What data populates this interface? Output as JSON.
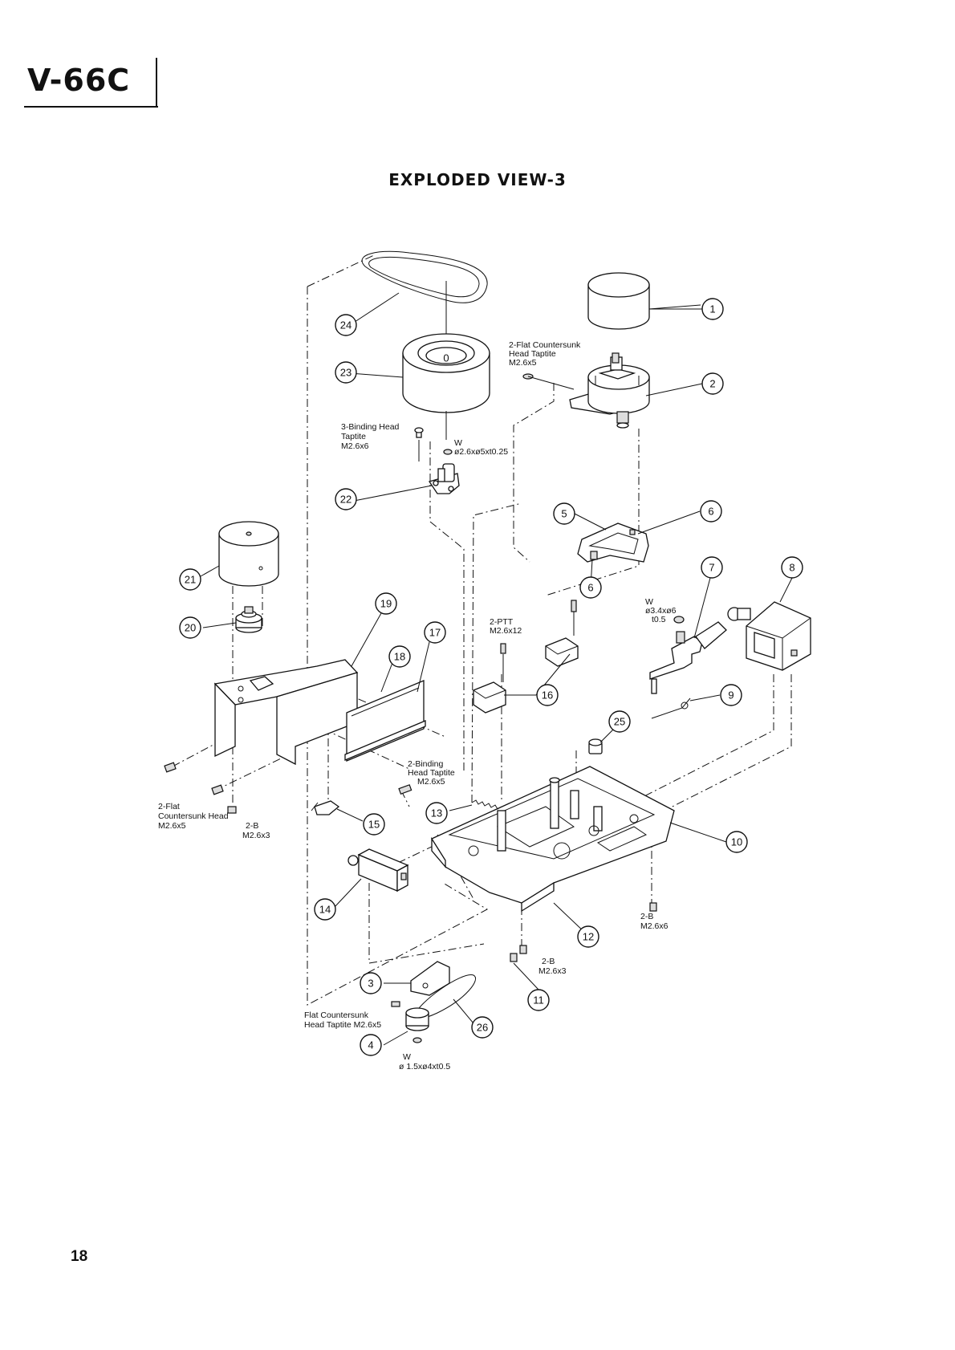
{
  "header": {
    "model": "V-66C"
  },
  "title": "EXPLODED VIEW-3",
  "footer": {
    "page_number": "18"
  },
  "callouts": [
    {
      "id": "c1",
      "label": "1"
    },
    {
      "id": "c2",
      "label": "2"
    },
    {
      "id": "c3",
      "label": "3"
    },
    {
      "id": "c4",
      "label": "4"
    },
    {
      "id": "c5",
      "label": "5"
    },
    {
      "id": "c6a",
      "label": "6"
    },
    {
      "id": "c6b",
      "label": "6"
    },
    {
      "id": "c7",
      "label": "7"
    },
    {
      "id": "c8",
      "label": "8"
    },
    {
      "id": "c9",
      "label": "9"
    },
    {
      "id": "c10",
      "label": "10"
    },
    {
      "id": "c11",
      "label": "11"
    },
    {
      "id": "c12",
      "label": "12"
    },
    {
      "id": "c13",
      "label": "13"
    },
    {
      "id": "c14",
      "label": "14"
    },
    {
      "id": "c15",
      "label": "15"
    },
    {
      "id": "c16",
      "label": "16"
    },
    {
      "id": "c17",
      "label": "17"
    },
    {
      "id": "c18",
      "label": "18"
    },
    {
      "id": "c19",
      "label": "19"
    },
    {
      "id": "c20",
      "label": "20"
    },
    {
      "id": "c21",
      "label": "21"
    },
    {
      "id": "c22",
      "label": "22"
    },
    {
      "id": "c23",
      "label": "23"
    },
    {
      "id": "c24",
      "label": "24"
    },
    {
      "id": "c25",
      "label": "25"
    },
    {
      "id": "c26",
      "label": "26"
    }
  ],
  "notes": {
    "flat_countersunk_2": [
      "2-Flat Countersunk",
      "Head Taptite",
      "M2.6x5"
    ],
    "binding_head_3": [
      "3-Binding Head",
      "Taptite",
      "M2.6x6"
    ],
    "washer_22": [
      "W",
      "ø2.6xø5xt0.25"
    ],
    "ptt_2": [
      "2-PTT",
      "M2.6x12"
    ],
    "washer_7": [
      "W",
      "ø3.4xø6",
      "t0.5"
    ],
    "binding_head_2": [
      "2-Binding",
      "Head Taptite",
      "M2.6x5"
    ],
    "flat_countersunk_left": [
      "2-Flat",
      "Countersunk Head",
      "M2.6x5"
    ],
    "b_left": [
      "2-B",
      "M2.6x3"
    ],
    "b_right": [
      "2-B",
      "M2.6x6"
    ],
    "b_bottom": [
      "2-B",
      "M2.6x3"
    ],
    "flat_countersunk_bottom": [
      "Flat Countersunk",
      "Head Taptite  M2.6x5"
    ],
    "washer_bottom": [
      "W",
      "ø 1.5xø4xt0.5"
    ]
  },
  "flywheel_mark": "0"
}
